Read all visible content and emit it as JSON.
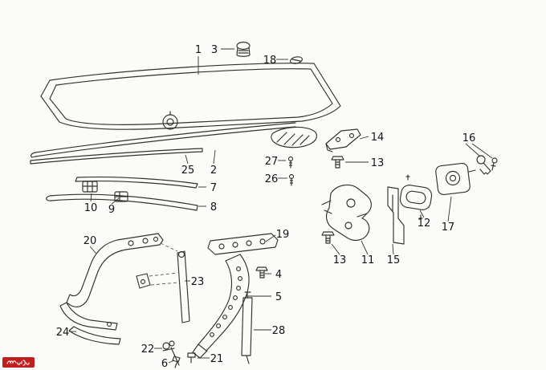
{
  "page": {
    "background": "#fbfbf9",
    "line_color": "#35322e",
    "label_color": "#141414",
    "description": "Exploded parts diagram of a car trunk lid with seals, hinges and lock hardware"
  },
  "watermark": {
    "color": "#c01f1f"
  },
  "callouts": [
    {
      "part": "1",
      "target": "trunk-lid"
    },
    {
      "part": "3",
      "target": "grommet"
    },
    {
      "part": "18",
      "target": "clip"
    },
    {
      "part": "25",
      "target": "trim-strip"
    },
    {
      "part": "2",
      "target": "edge-seal"
    },
    {
      "part": "27",
      "target": "screw"
    },
    {
      "part": "26",
      "target": "screw"
    },
    {
      "part": "14",
      "target": "hinge-bracket"
    },
    {
      "part": "13",
      "target": "bolt"
    },
    {
      "part": "16",
      "target": "key"
    },
    {
      "part": "7",
      "target": "trim-strip"
    },
    {
      "part": "10",
      "target": "clip"
    },
    {
      "part": "9",
      "target": "clip"
    },
    {
      "part": "8",
      "target": "seal-strip"
    },
    {
      "part": "12",
      "target": "gasket-plate"
    },
    {
      "part": "17",
      "target": "lock-housing"
    },
    {
      "part": "13",
      "target": "bolt"
    },
    {
      "part": "11",
      "target": "trunk-lock"
    },
    {
      "part": "15",
      "target": "striker-plate"
    },
    {
      "part": "20",
      "target": "left-hinge"
    },
    {
      "part": "19",
      "target": "hinge-bracket"
    },
    {
      "part": "23",
      "target": "tension-rod"
    },
    {
      "part": "4",
      "target": "bolt"
    },
    {
      "part": "5",
      "target": "right-hinge"
    },
    {
      "part": "24",
      "target": "edge-protector"
    },
    {
      "part": "22",
      "target": "clamp"
    },
    {
      "part": "28",
      "target": "tension-rod"
    },
    {
      "part": "21",
      "target": "clip"
    },
    {
      "part": "6",
      "target": "bolt"
    }
  ]
}
